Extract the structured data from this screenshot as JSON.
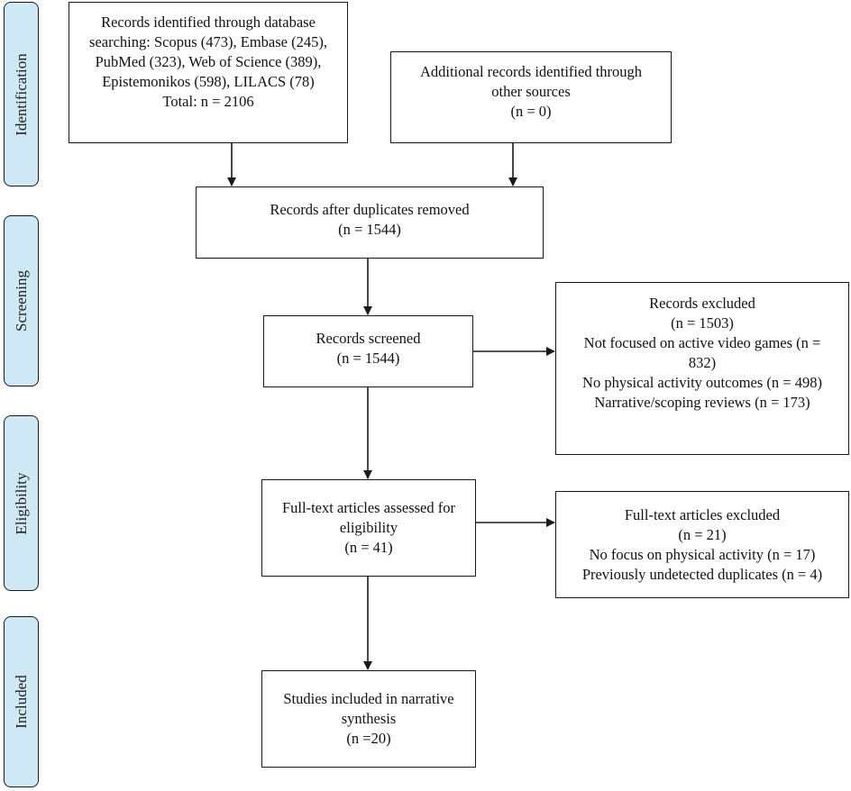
{
  "phases": {
    "identification": "Identification",
    "screening": "Screening",
    "eligibility": "Eligibility",
    "included": "Included"
  },
  "boxes": {
    "database_search": {
      "line1": "Records identified through database",
      "line2": "searching: Scopus (473), Embase (245),",
      "line3": "PubMed (323), Web of Science (389),",
      "line4": "Epistemonikos (598), LILACS (78)",
      "line5": "Total: n = 2106"
    },
    "other_sources": {
      "line1": "Additional records identified through",
      "line2": "other sources",
      "line3": "(n = 0)"
    },
    "duplicates_removed": {
      "line1": "Records after duplicates removed",
      "line2": "(n = 1544)"
    },
    "screened": {
      "line1": "Records screened",
      "line2": "(n = 1544)"
    },
    "records_excluded": {
      "line1": "Records excluded",
      "line2": "(n = 1503)",
      "line3": "Not focused on active video games (n =",
      "line4": "832)",
      "line5": "No physical activity outcomes (n = 498)",
      "line6": "Narrative/scoping reviews (n = 173)"
    },
    "fulltext_assessed": {
      "line1": "Full-text articles assessed for",
      "line2": "eligibility",
      "line3": "(n = 41)"
    },
    "fulltext_excluded": {
      "line1": "Full-text articles excluded",
      "line2": "(n = 21)",
      "line3": "No focus on physical activity (n = 17)",
      "line4": "Previously undetected duplicates (n = 4)"
    },
    "included": {
      "line1": "Studies included in narrative",
      "line2": "synthesis",
      "line3": "(n =20)"
    }
  },
  "colors": {
    "phase_fill": "#cfe8f6",
    "stroke": "#1a1a1a"
  }
}
